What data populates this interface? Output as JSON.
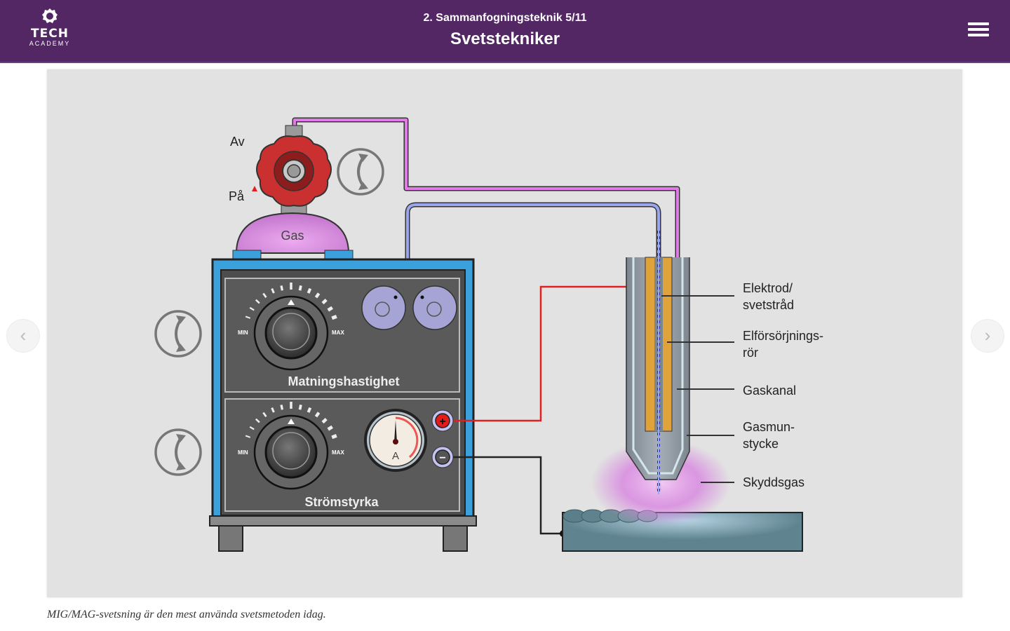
{
  "header": {
    "logo": {
      "icon": "gear-icon",
      "name": "TECH",
      "sub": "ACADEMY"
    },
    "chapter": "2. Sammanfogningsteknik 5/11",
    "title": "Svetstekniker",
    "menu_icon": "hamburger-menu-icon"
  },
  "figure": {
    "valve": {
      "label_off": "Av",
      "label_on": "På"
    },
    "gas_bottle_label": "Gas",
    "rotate_icon": "rotate-arrows-icon",
    "panels": {
      "feed_speed": {
        "label": "Matningshastighet",
        "min": "MIN",
        "max": "MAX"
      },
      "current": {
        "label": "Strömstyrka",
        "min": "MIN",
        "max": "MAX",
        "meter_unit": "A"
      }
    },
    "terminals": {
      "positive": "+",
      "negative": "−"
    },
    "parts": [
      {
        "id": "electrode",
        "line1": "Elektrod/",
        "line2": "svetstråd"
      },
      {
        "id": "power-tube",
        "line1": "Elförsörjnings-",
        "line2": "rör"
      },
      {
        "id": "gas-channel",
        "line1": "Gaskanal",
        "line2": ""
      },
      {
        "id": "gas-nozzle",
        "line1": "Gasmun-",
        "line2": "stycke"
      },
      {
        "id": "shielding-gas",
        "line1": "Skyddsgas",
        "line2": ""
      }
    ],
    "colors": {
      "header_bg": "#522764",
      "gas_hose": "#e27be8",
      "wire_hose": "#9aa6ee",
      "cabinet": "#3aa1dd",
      "panel": "#5a5a5a",
      "valve": "#c9302f",
      "positive_cable": "#e02020",
      "contact_tube": "#e0a33c",
      "workpiece": "#5f8490"
    }
  },
  "navigation": {
    "prev_icon": "chevron-left-icon",
    "next_icon": "chevron-right-icon",
    "prev": "‹",
    "next": "›"
  },
  "caption": "MIG/MAG-svetsning är den mest använda svetsmetoden idag."
}
